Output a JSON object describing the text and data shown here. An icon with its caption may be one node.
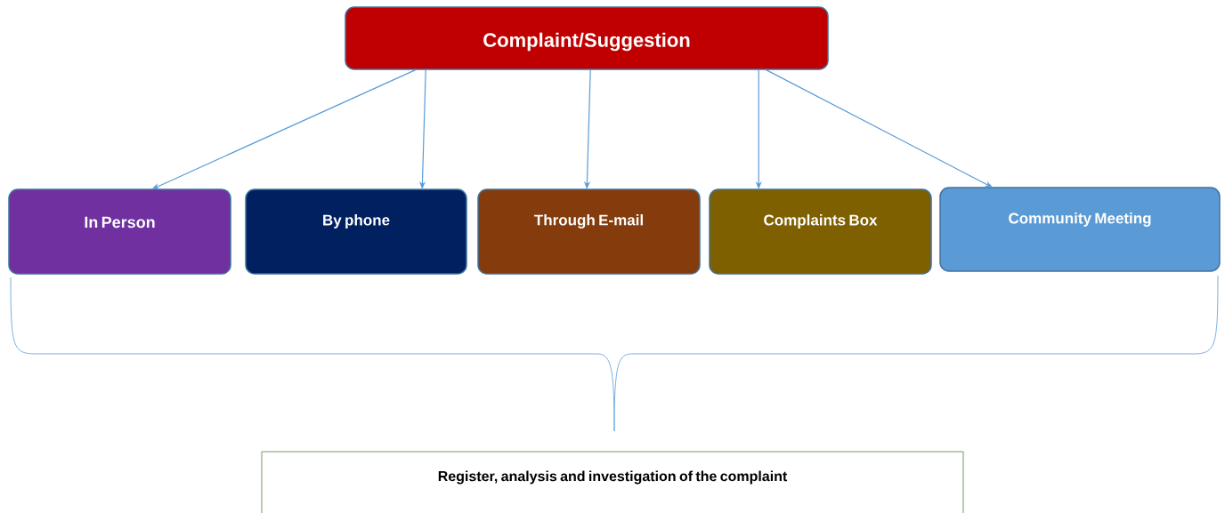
{
  "diagram": {
    "nodes": [
      {
        "text": [
          "Complaint/Suggestion"
        ]
      },
      {
        "text": [
          "In Person"
        ]
      },
      {
        "text": [
          "By phone"
        ]
      },
      {
        "text": [
          "Through E-mail"
        ]
      },
      {
        "text": [
          "Complaints Box"
        ]
      },
      {
        "text": [
          "Community Meeting"
        ]
      },
      {
        "text": [
          "Register, analysis and investigation of the complaint"
        ]
      }
    ],
    "edges": [
      {
        "from": 0,
        "to": 1,
        "arrow": "to"
      },
      {
        "from": 0,
        "to": 2,
        "arrow": "to"
      },
      {
        "from": 0,
        "to": 3,
        "arrow": "to"
      },
      {
        "from": 0,
        "to": 4,
        "arrow": "to"
      },
      {
        "from": 0,
        "to": 5,
        "arrow": "to"
      }
    ]
  }
}
